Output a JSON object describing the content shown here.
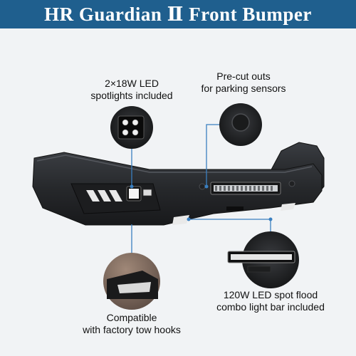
{
  "banner": {
    "title": "HR Guardian  Ⅱ  Front Bumper"
  },
  "callouts": {
    "spotlights": {
      "line1": "2×18W LED",
      "line2": "spotlights included"
    },
    "sensors": {
      "line1": "Pre-cut outs",
      "line2": "for parking sensors"
    },
    "tow_hooks": {
      "line1": "Compatible",
      "line2": "with factory tow hooks"
    },
    "light_bar": {
      "line1": "120W LED spot flood",
      "line2": "combo light bar included"
    }
  },
  "colors": {
    "banner": "#1f5f8e",
    "background": "#f1f3f5",
    "bumper": "#2b2d30",
    "callout_line": "#3a7fc0"
  }
}
